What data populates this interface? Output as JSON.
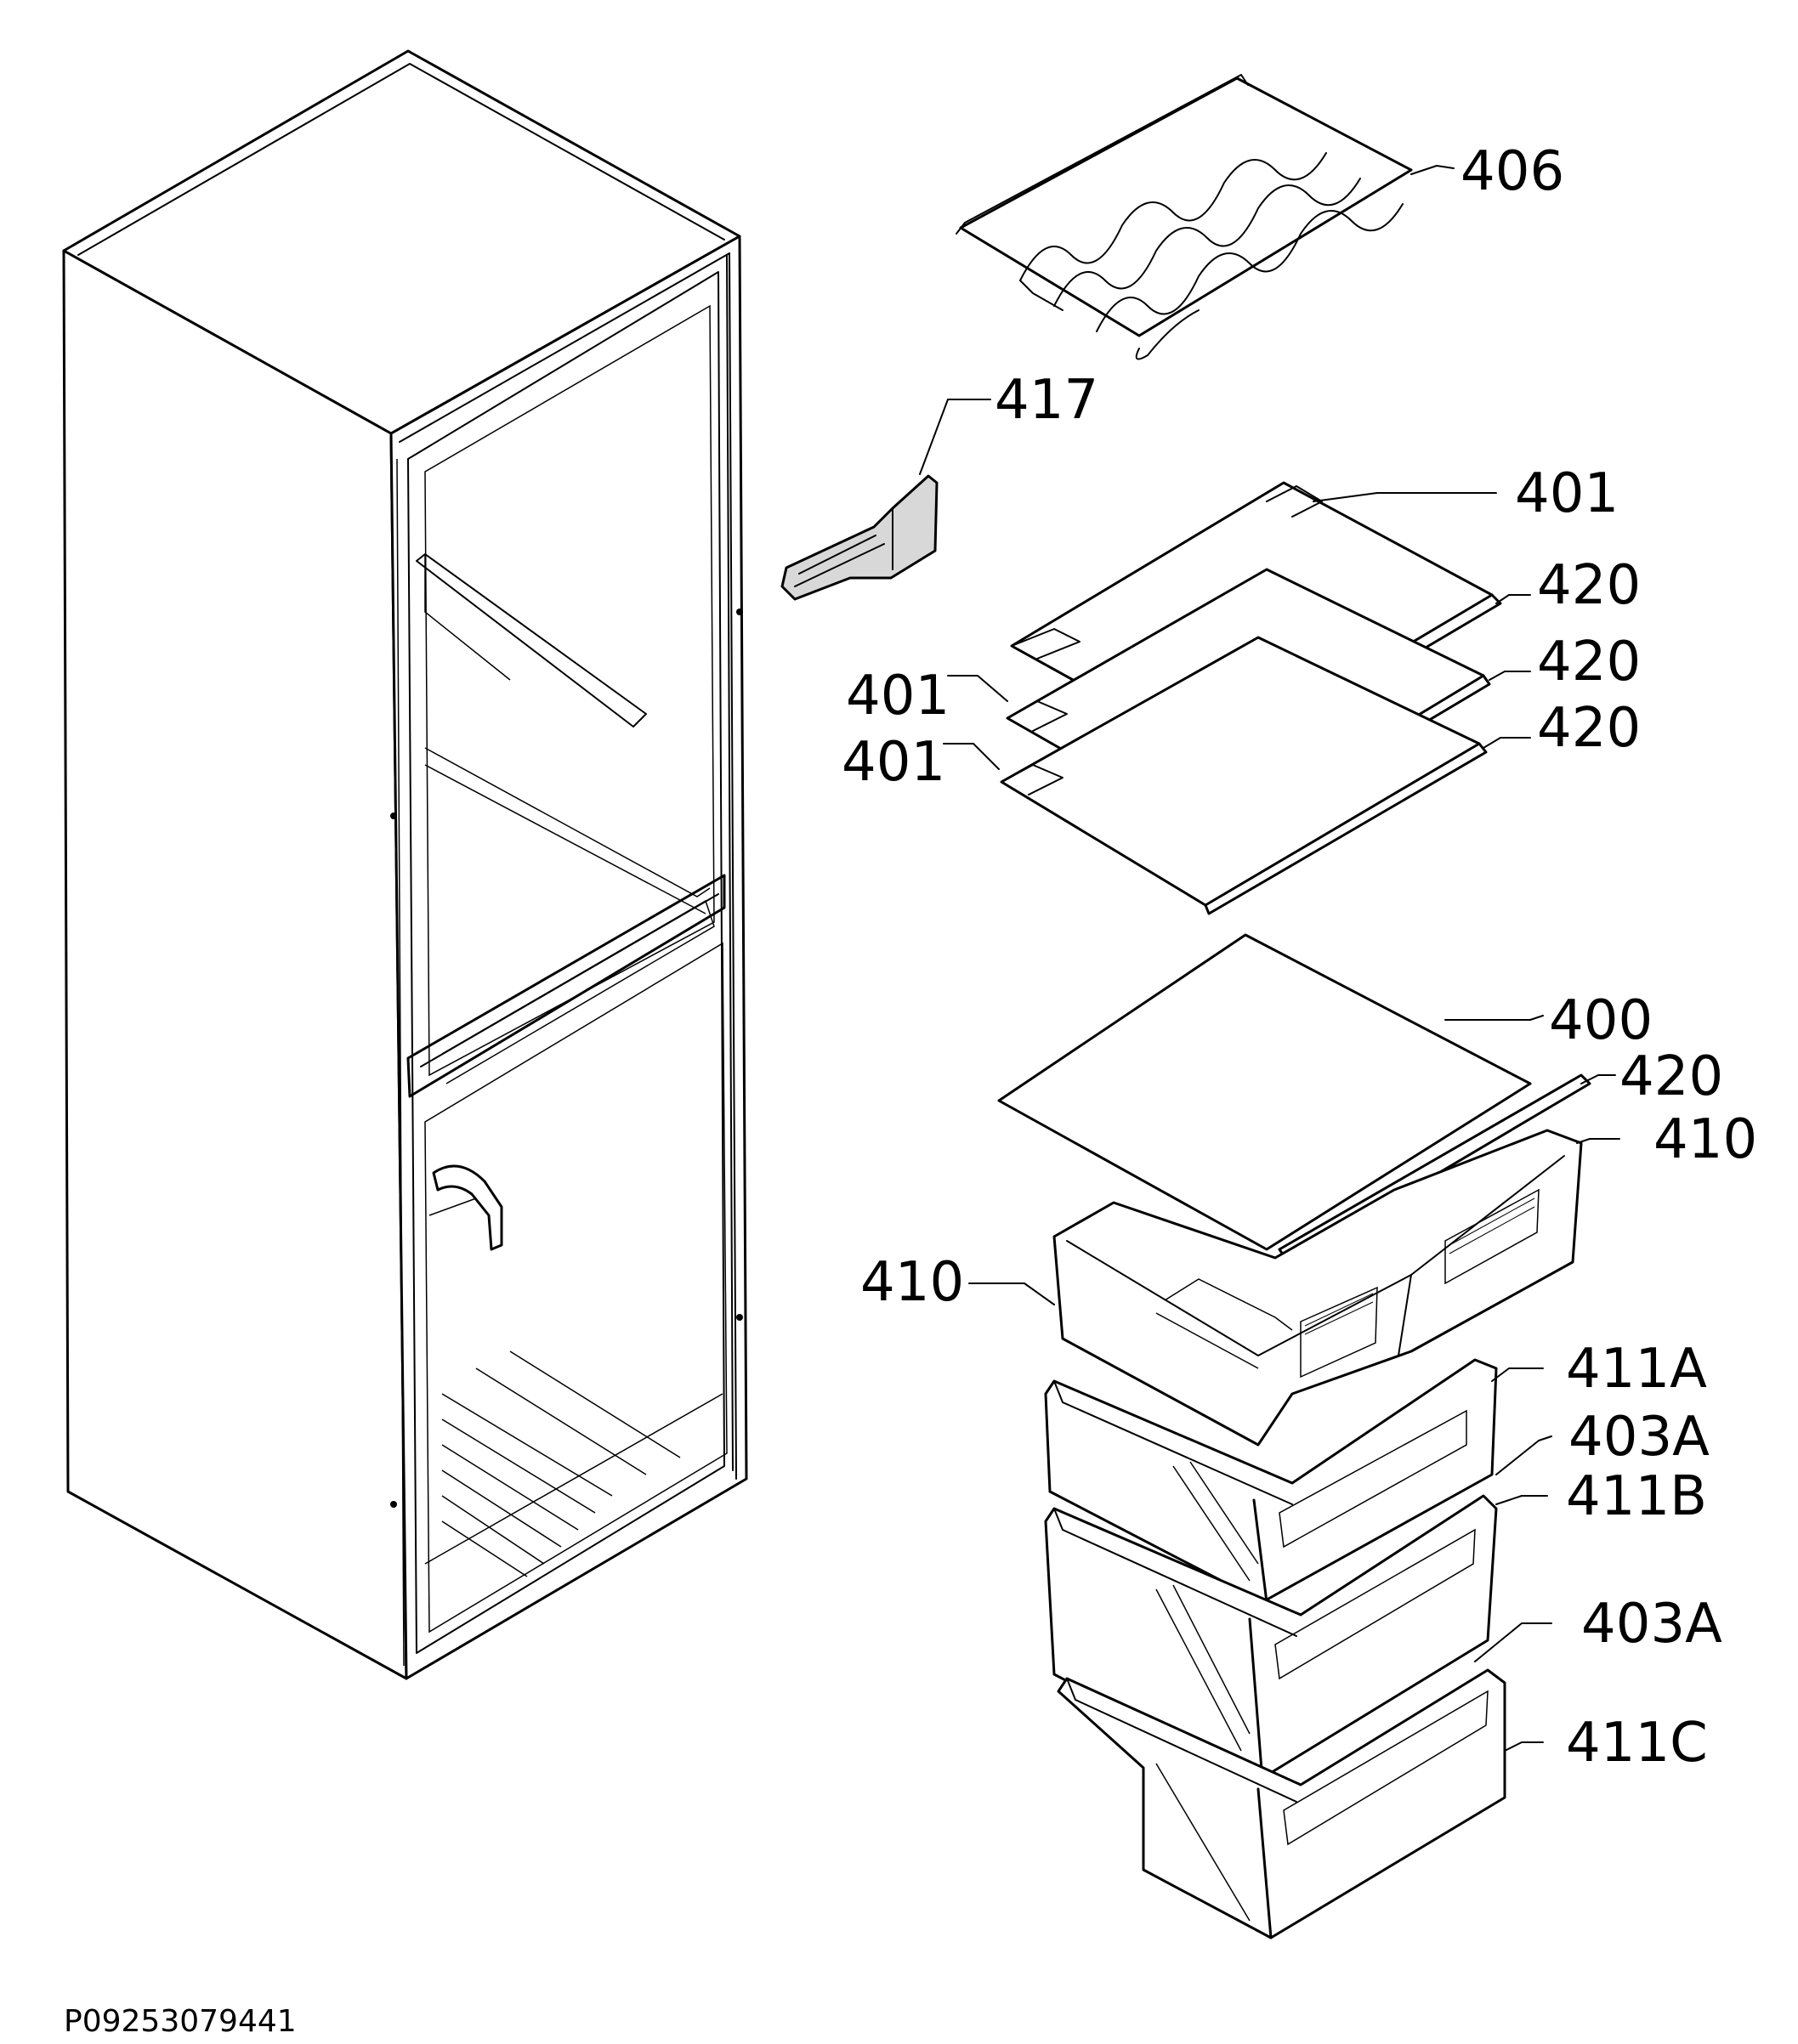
{
  "diagram": {
    "labels": {
      "l406": "406",
      "l417": "417",
      "l401_top": "401",
      "l420_a": "420",
      "l420_b": "420",
      "l420_c": "420",
      "l401_mid": "401",
      "l401_low": "401",
      "l400": "400",
      "l420_d": "420",
      "l410_right": "410",
      "l410_left": "410",
      "l411A": "411A",
      "l403A_top": "403A",
      "l411B": "411B",
      "l403A_bottom": "403A",
      "l411C": "411C"
    },
    "footer_code": "P09253079441"
  }
}
